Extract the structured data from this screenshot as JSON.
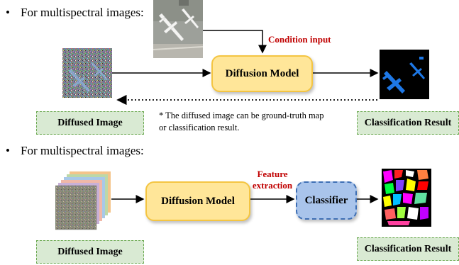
{
  "section1": {
    "bullet": "•",
    "heading": "For multispectral images:",
    "condition_label": "Condition input",
    "model_label": "Diffusion Model",
    "diffused_label": "Diffused Image",
    "result_label": "Classification Result",
    "note_line1": "* The diffused image can be ground-truth map",
    "note_line2": "or classification result."
  },
  "section2": {
    "bullet": "•",
    "heading": "For multispectral images:",
    "model_label": "Diffusion Model",
    "feature_label_line1": "Feature",
    "feature_label_line2": "extraction",
    "classifier_label": "Classifier",
    "diffused_label": "Diffused Image",
    "result_label": "Classification Result"
  },
  "colors": {
    "model_fill": "#ffe699",
    "green_box": "#d9ead3",
    "classifier_fill": "#a9c4eb",
    "accent_red": "#c00000"
  },
  "icons": [
    "aerial-airplane-image",
    "noisy-airplane-image",
    "airplane-segmentation-image",
    "hyperspectral-cube-image",
    "land-cover-map-image"
  ]
}
